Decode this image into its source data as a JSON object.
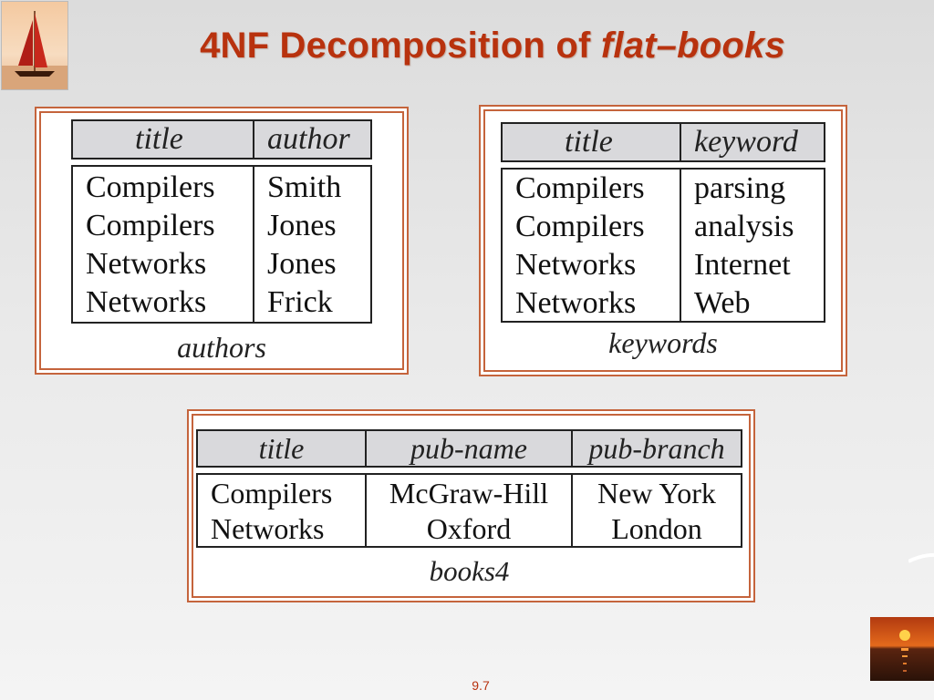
{
  "slide": {
    "title_main": "4NF Decomposition of ",
    "title_italic": "flat–books",
    "page_number": "9.7"
  },
  "authors": {
    "caption": "authors",
    "headers": [
      "title",
      "author"
    ],
    "rows": [
      [
        "Compilers",
        "Smith"
      ],
      [
        "Compilers",
        "Jones"
      ],
      [
        "Networks",
        "Jones"
      ],
      [
        "Networks",
        "Frick"
      ]
    ]
  },
  "keywords": {
    "caption": "keywords",
    "headers": [
      "title",
      "keyword"
    ],
    "rows": [
      [
        "Compilers",
        "parsing"
      ],
      [
        "Compilers",
        "analysis"
      ],
      [
        "Networks",
        "Internet"
      ],
      [
        "Networks",
        "Web"
      ]
    ]
  },
  "books4": {
    "caption": "books4",
    "headers": [
      "title",
      "pub-name",
      "pub-branch"
    ],
    "rows": [
      [
        "Compilers",
        "McGraw-Hill",
        "New York"
      ],
      [
        "Networks",
        "Oxford",
        "London"
      ]
    ]
  },
  "colors": {
    "accent": "#b8320e",
    "frame_border": "#c5643c",
    "header_fill": "#d9d9dc"
  }
}
